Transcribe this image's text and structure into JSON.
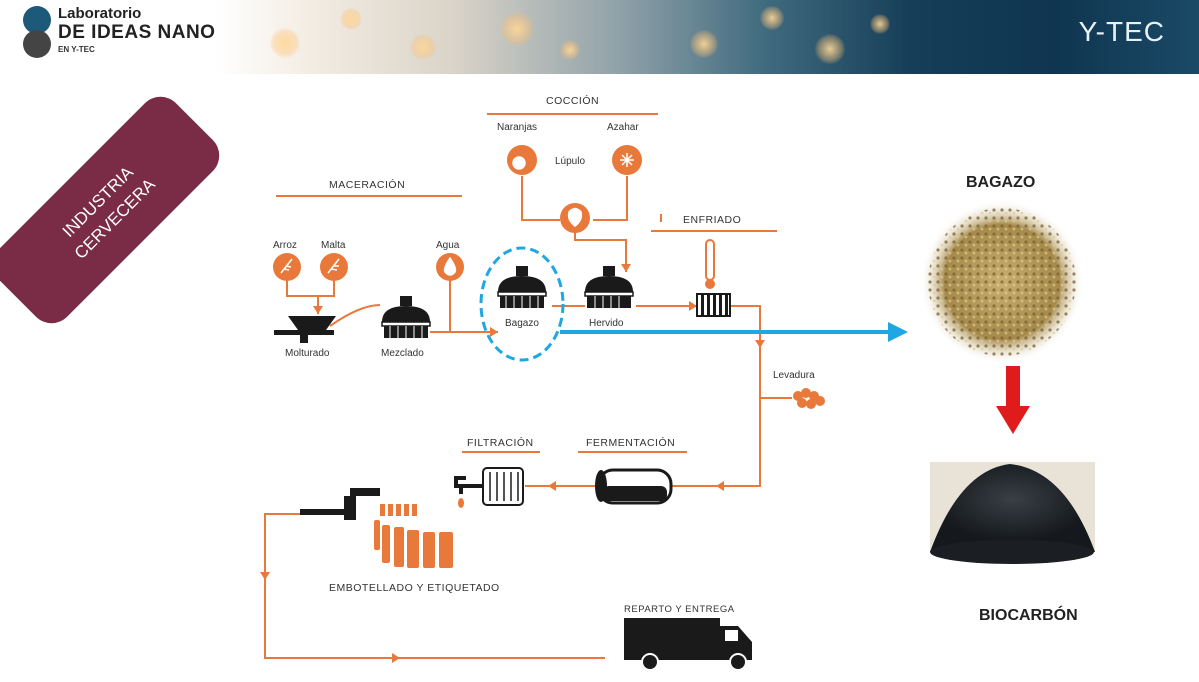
{
  "header": {
    "lab_line1": "Laboratorio",
    "lab_line2": "DE IDEAS NANO",
    "lab_line3": "EN Y-TEC",
    "brand": "Y-TEC"
  },
  "banner": {
    "line1": "INDUSTRIA",
    "line2": "CERVECERA",
    "color": "#7a2b45"
  },
  "stages": {
    "maceracion": "MACERACIÓN",
    "coccion": "COCCIÓN",
    "enfriado": "ENFRIADO",
    "filtracion": "FILTRACIÓN",
    "fermentacion": "FERMENTACIÓN",
    "embotellado": "EMBOTELLADO Y ETIQUETADO",
    "reparto": "REPARTO Y ENTREGA"
  },
  "labels": {
    "arroz": "Arroz",
    "malta": "Malta",
    "agua": "Agua",
    "naranjas": "Naranjas",
    "azahar": "Azahar",
    "lupulo": "Lúpulo",
    "molturado": "Molturado",
    "mezclado": "Mezclado",
    "bagazo": "Bagazo",
    "hervido": "Hervido",
    "levadura": "Levadura"
  },
  "products": {
    "bagazo": "BAGAZO",
    "biocarbon": "BIOCARBÓN"
  },
  "colors": {
    "process": "#e8793a",
    "highlight": "#1ea7e1",
    "arrow": "#e01b1b"
  }
}
